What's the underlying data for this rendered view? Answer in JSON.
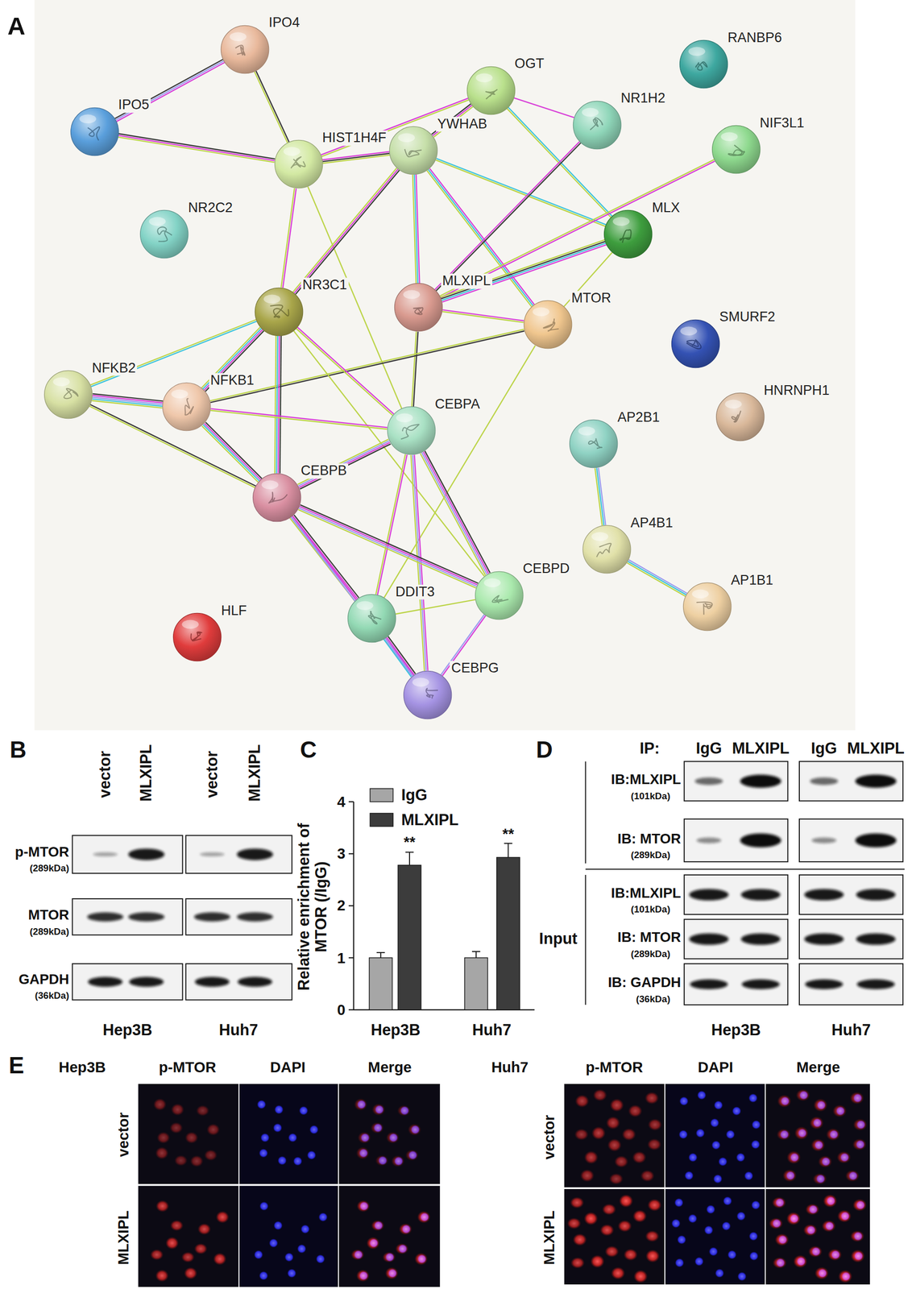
{
  "diagram": {
    "nodes": [
      {
        "text": [
          "IPO4"
        ]
      },
      {
        "text": [
          "RANBP6"
        ]
      },
      {
        "text": [
          "OGT"
        ]
      },
      {
        "text": [
          "NR1H2"
        ]
      },
      {
        "text": [
          "IPO5"
        ]
      },
      {
        "text": [
          "NIF3L1"
        ]
      },
      {
        "text": [
          "YWHAB"
        ]
      },
      {
        "text": [
          "HIST1H4F"
        ]
      },
      {
        "text": [
          "NR2C2"
        ]
      },
      {
        "text": [
          "MLX"
        ]
      },
      {
        "text": [
          "MLXIPL"
        ]
      },
      {
        "text": [
          "NR3C1"
        ]
      },
      {
        "text": [
          "MTOR"
        ]
      },
      {
        "text": [
          "SMURF2"
        ]
      },
      {
        "text": [
          "NFKB2"
        ]
      },
      {
        "text": [
          "NFKB1"
        ]
      },
      {
        "text": [
          "HNRNPH1"
        ]
      },
      {
        "text": [
          "CEBPA"
        ]
      },
      {
        "text": [
          "AP2B1"
        ]
      },
      {
        "text": [
          "CEBPB"
        ]
      },
      {
        "text": [
          "AP4B1"
        ]
      },
      {
        "text": [
          "CEBPD"
        ]
      },
      {
        "text": [
          "AP1B1"
        ]
      },
      {
        "text": [
          "DDIT3"
        ]
      },
      {
        "text": [
          "HLF"
        ]
      },
      {
        "text": [
          "CEBPG"
        ]
      }
    ],
    "edges": [
      {
        "from": 0,
        "to": 4,
        "arrow": "none"
      },
      {
        "from": 0,
        "to": 7,
        "arrow": "none"
      },
      {
        "from": 4,
        "to": 7,
        "arrow": "none"
      },
      {
        "from": 7,
        "to": 6,
        "arrow": "none"
      },
      {
        "from": 7,
        "to": 2,
        "arrow": "none"
      },
      {
        "from": 7,
        "to": 11,
        "arrow": "none"
      },
      {
        "from": 7,
        "to": 17,
        "arrow": "none"
      },
      {
        "from": 6,
        "to": 2,
        "arrow": "none"
      },
      {
        "from": 6,
        "to": 11,
        "arrow": "none"
      },
      {
        "from": 6,
        "to": 10,
        "arrow": "none"
      },
      {
        "from": 6,
        "to": 9,
        "arrow": "none"
      },
      {
        "from": 6,
        "to": 12,
        "arrow": "none"
      },
      {
        "from": 2,
        "to": 3,
        "arrow": "none"
      },
      {
        "from": 2,
        "to": 9,
        "arrow": "none"
      },
      {
        "from": 3,
        "to": 10,
        "arrow": "none"
      },
      {
        "from": 5,
        "to": 10,
        "arrow": "none"
      },
      {
        "from": 9,
        "to": 10,
        "arrow": "none"
      },
      {
        "from": 9,
        "to": 12,
        "arrow": "none"
      },
      {
        "from": 10,
        "to": 12,
        "arrow": "none"
      },
      {
        "from": 10,
        "to": 17,
        "arrow": "none"
      },
      {
        "from": 12,
        "to": 15,
        "arrow": "none"
      },
      {
        "from": 12,
        "to": 23,
        "arrow": "none"
      },
      {
        "from": 11,
        "to": 14,
        "arrow": "none"
      },
      {
        "from": 11,
        "to": 15,
        "arrow": "none"
      },
      {
        "from": 11,
        "to": 19,
        "arrow": "none"
      },
      {
        "from": 11,
        "to": 17,
        "arrow": "none"
      },
      {
        "from": 11,
        "to": 21,
        "arrow": "none"
      },
      {
        "from": 14,
        "to": 15,
        "arrow": "none"
      },
      {
        "from": 14,
        "to": 19,
        "arrow": "none"
      },
      {
        "from": 15,
        "to": 19,
        "arrow": "none"
      },
      {
        "from": 15,
        "to": 17,
        "arrow": "none"
      },
      {
        "from": 17,
        "to": 19,
        "arrow": "none"
      },
      {
        "from": 17,
        "to": 21,
        "arrow": "none"
      },
      {
        "from": 17,
        "to": 23,
        "arrow": "none"
      },
      {
        "from": 17,
        "to": 25,
        "arrow": "none"
      },
      {
        "from": 19,
        "to": 21,
        "arrow": "none"
      },
      {
        "from": 19,
        "to": 23,
        "arrow": "none"
      },
      {
        "from": 19,
        "to": 25,
        "arrow": "none"
      },
      {
        "from": 21,
        "to": 23,
        "arrow": "none"
      },
      {
        "from": 21,
        "to": 25,
        "arrow": "none"
      },
      {
        "from": 23,
        "to": 25,
        "arrow": "none"
      },
      {
        "from": 18,
        "to": 20,
        "arrow": "none"
      },
      {
        "from": 20,
        "to": 22,
        "arrow": "none"
      }
    ],
    "labels": [
      "A",
      "B",
      "vector",
      "MLXIPL",
      "vector",
      "MLXIPL",
      "p-MTOR",
      "(289kDa)",
      "MTOR",
      "(289kDa)",
      "GAPDH",
      "(36kDa)",
      "Hep3B",
      "Huh7",
      "C",
      "4",
      "3",
      "2",
      "1",
      "0",
      "Relative enrichment of MTOR (/IgG)",
      "**",
      "**",
      "Hep3B",
      "Huh7",
      "D",
      "IP:",
      "IgG",
      "MLXIPL",
      "IgG",
      "MLXIPL",
      "IB:MLXIPL",
      "(101kDa)",
      "IB: MTOR",
      "(289kDa)",
      "IB:MLXIPL",
      "(101kDa)",
      "Input",
      "IB: MTOR",
      "(289kDa)",
      "IB: GAPDH",
      "(36kDa)",
      "Hep3B",
      "Huh7",
      "E",
      "Hep3B",
      "p-MTOR",
      "DAPI",
      "Merge",
      "vector",
      "MLXIPL",
      "Huh7",
      "p-MTOR",
      "DAPI",
      "Merge",
      "vector",
      "MLXIPL"
    ],
    "legend": [
      {
        "text": "IgG",
        "color": "#a6a6a6"
      },
      {
        "text": "MLXIPL",
        "color": "#3c3c3c"
      }
    ]
  }
}
